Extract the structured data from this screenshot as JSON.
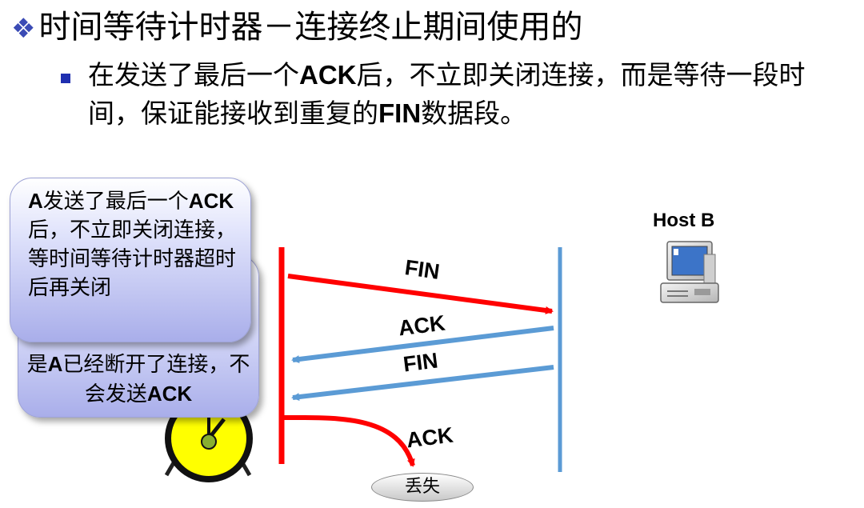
{
  "title": {
    "bullet": "❖",
    "text": "时间等待计时器－连接终止期间使用的"
  },
  "subtitle": {
    "part1": "在发送了最后一个",
    "bold1": "ACK",
    "part2": "后，不立即关闭连接，而是等待一段时间，保证能接收到重复的",
    "bold2": "FIN",
    "part3": "数据段。"
  },
  "host_b_label": "Host B",
  "messages": {
    "fin1": "FIN",
    "ack1": "ACK",
    "fin2": "FIN",
    "ack2": "ACK"
  },
  "bubble_front": {
    "b1": "A",
    "t1": "发送了最后一个",
    "b2": "ACK",
    "t2": "后，不立即关闭连接，等时间等待计时器超时后再关闭"
  },
  "bubble_back": {
    "t1": "是",
    "b1": "A",
    "t2": "已经断开了连接，不会发送",
    "b2": "ACK"
  },
  "lost_label": "丢失",
  "colors": {
    "red_line": "#ff0000",
    "blue_line": "#5b9bd5",
    "title_bullet": "#3b4bb5"
  }
}
